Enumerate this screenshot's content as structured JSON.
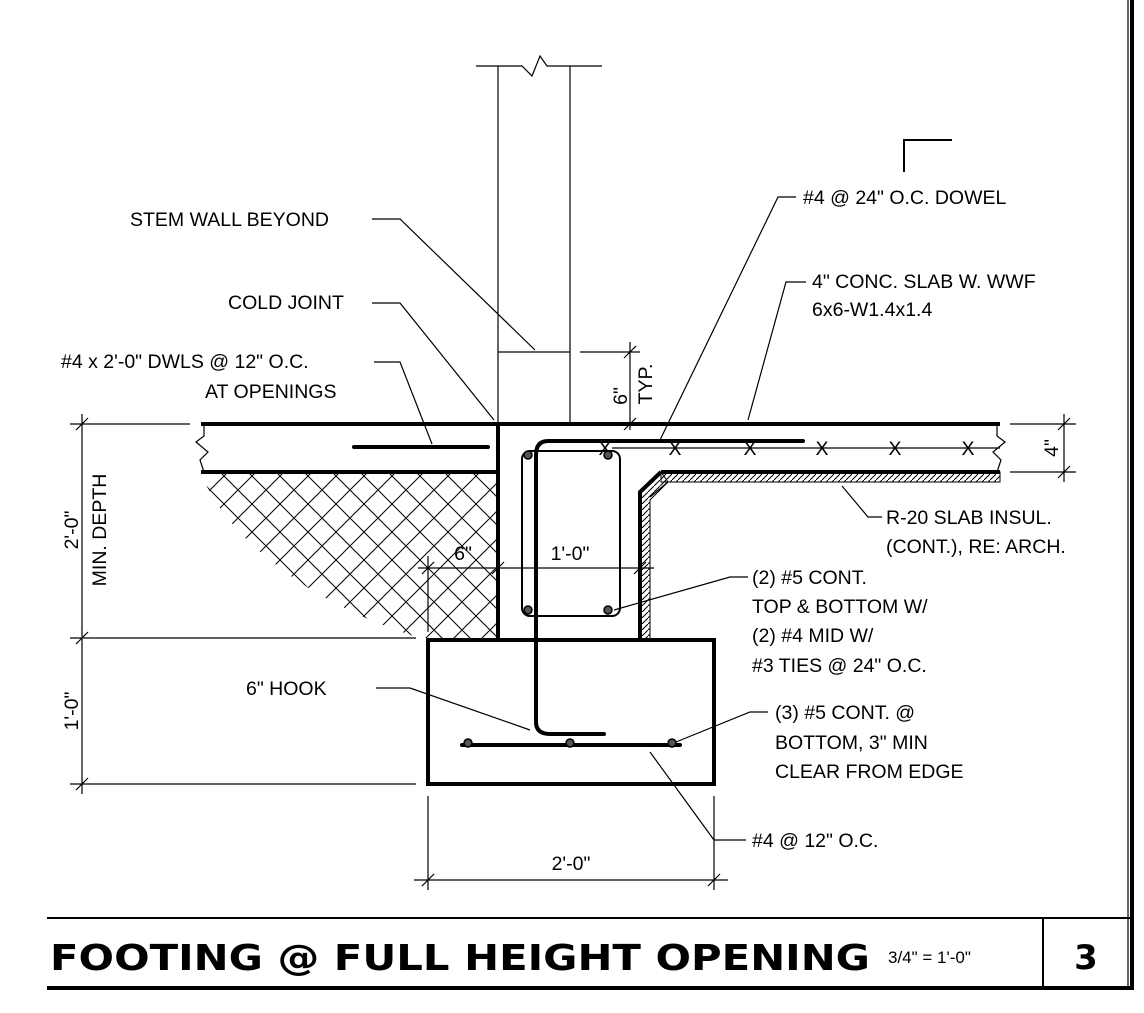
{
  "title": "FOOTING @ FULL HEIGHT OPENING",
  "scale": "3/4\" = 1'-0\"",
  "detail_number": "3",
  "callouts": {
    "stem_wall": "STEM WALL BEYOND",
    "cold_joint": "COLD JOINT",
    "dowels_line1": "#4 x 2'-0\" DWLS @ 12\" O.C.",
    "dowels_line2": "AT OPENINGS",
    "dowel_24": "#4 @ 24\" O.C. DOWEL",
    "slab_line1": "4\" CONC. SLAB W. WWF",
    "slab_line2": "6x6-W1.4x1.4",
    "insul_line1": "R-20 SLAB INSUL.",
    "insul_line2": "(CONT.), RE: ARCH.",
    "cont5_line1": "(2) #5 CONT.",
    "cont5_line2": "TOP & BOTTOM W/",
    "cont5_line3": "(2) #4 MID W/",
    "cont5_line4": "#3 TIES @ 24\" O.C.",
    "hook": "6\" HOOK",
    "bottom_line1": "(3) #5 CONT. @",
    "bottom_line2": "BOTTOM, 3\" MIN",
    "bottom_line3": "CLEAR FROM EDGE",
    "bars_12": "#4 @ 12\" O.C."
  },
  "dimensions": {
    "typ_6": "6\"",
    "typ": "TYP.",
    "slab_4": "4\"",
    "depth_2_0": "2'-0\"",
    "min_depth": "MIN. DEPTH",
    "footing_1_0": "1'-0\"",
    "offset_6": "6\"",
    "grade_beam_1_0": "1'-0\"",
    "footing_width": "2'-0\""
  },
  "wwf_marks": [
    "X",
    "X",
    "X",
    "X",
    "X",
    "X"
  ]
}
